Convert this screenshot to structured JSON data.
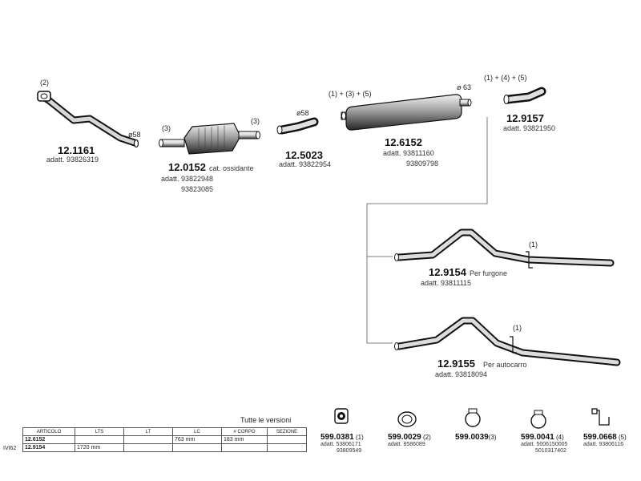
{
  "parts": [
    {
      "number": "12.1161",
      "desc": "",
      "oem": [
        "adatt. 93826319"
      ],
      "notes": [
        "(2)",
        "ø58"
      ]
    },
    {
      "number": "12.0152",
      "desc": "cat. ossidante",
      "oem": [
        "adatt. 93822948",
        "93823085"
      ],
      "notes": [
        "(3)",
        "(3)"
      ]
    },
    {
      "number": "12.5023",
      "desc": "",
      "oem": [
        "adatt. 93822954"
      ],
      "notes": [
        "ø58"
      ]
    },
    {
      "number": "12.6152",
      "desc": "",
      "oem": [
        "adatt. 93811160",
        "93809798"
      ],
      "notes": [
        "(1) + (3) + (5)",
        "ø 63"
      ]
    },
    {
      "number": "12.9157",
      "desc": "",
      "oem": [
        "adatt. 93821950"
      ],
      "notes": [
        "(1) + (4) + (5)"
      ]
    },
    {
      "number": "12.9154",
      "desc": "Per furgone",
      "oem": [
        "adatt. 93811115"
      ],
      "notes": [
        "(1)"
      ]
    },
    {
      "number": "12.9155",
      "desc": "Per autocarro",
      "oem": [
        "adatt. 93818094"
      ],
      "notes": [
        "(1)"
      ]
    }
  ],
  "table": {
    "caption": "Tutte le versioni",
    "side_label": "IVI62",
    "headers": [
      "ARTICOLO",
      "LTS",
      "LT",
      "LC",
      "# CORPO",
      "SEZIONE"
    ],
    "rows": [
      [
        "12.6152",
        "",
        "",
        "763 mm",
        "183 mm",
        ""
      ],
      [
        "12.9154",
        "1720 mm",
        "",
        "",
        "",
        ""
      ]
    ]
  },
  "small_parts": [
    {
      "number": "599.0381",
      "ref": "(1)",
      "oem": [
        "adatt. 53806171",
        "93809549"
      ],
      "icon": "rubber-hanger-icon"
    },
    {
      "number": "599.0029",
      "ref": "(2)",
      "oem": [
        "adatt. 8586089"
      ],
      "icon": "gasket-ring-icon"
    },
    {
      "number": "599.0039",
      "ref": "(3)",
      "oem": [],
      "icon": "pipe-clamp-icon"
    },
    {
      "number": "599.0041",
      "ref": "(4)",
      "oem": [
        "adatt. 5006150005",
        "5010317402"
      ],
      "icon": "pipe-clamp-icon"
    },
    {
      "number": "599.0668",
      "ref": "(5)",
      "oem": [
        "adatt. 93806116"
      ],
      "icon": "mounting-bracket-icon"
    }
  ],
  "colors": {
    "line": "#111111",
    "shade": "#555555",
    "light": "#bdbdbd"
  }
}
